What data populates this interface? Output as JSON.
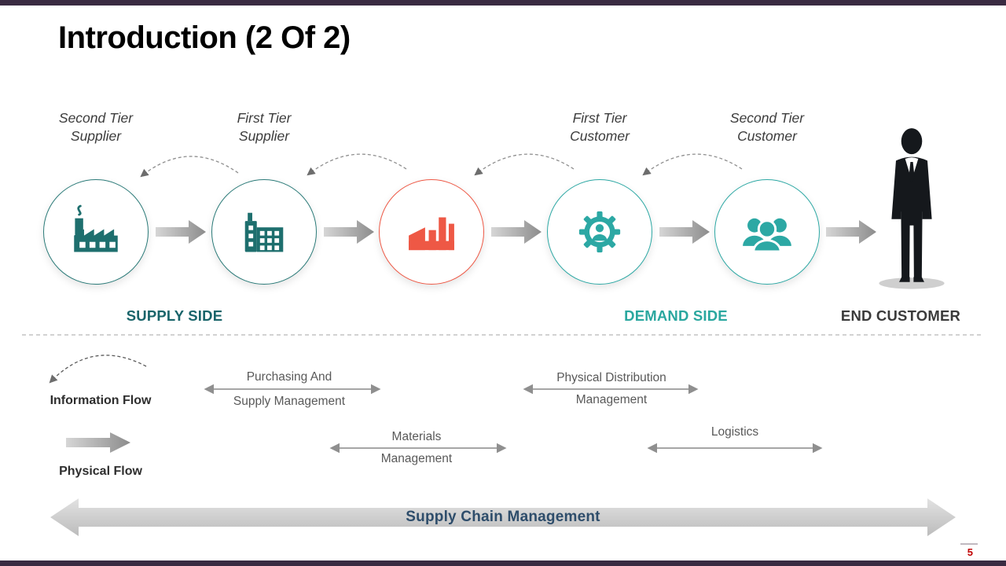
{
  "slide": {
    "title": "Introduction (2 Of 2)",
    "page_number": "5"
  },
  "colors": {
    "teal_dark": "#1E6F6E",
    "teal": "#2CA8A4",
    "red_accent": "#EE5845",
    "navy_text": "#2E4D6B",
    "supply_side_label": "#19646A",
    "demand_side_label": "#2AA79F",
    "end_customer_label": "#3B3B3B",
    "page_number_red": "#C00000",
    "border_bar": "#3A2B42",
    "arrow_gray": "#9A9A9A"
  },
  "chain": {
    "nodes": [
      {
        "label": "Second Tier\nSupplier",
        "icon": "factory-icon"
      },
      {
        "label": "First Tier\nSupplier",
        "icon": "plant-building-icon"
      },
      {
        "label": "",
        "icon": "factory-chart-icon"
      },
      {
        "label": "First Tier\nCustomer",
        "icon": "gear-person-icon"
      },
      {
        "label": "Second Tier\nCustomer",
        "icon": "people-group-icon"
      }
    ],
    "groups": {
      "supply": "SUPPLY SIDE",
      "demand": "DEMAND SIDE",
      "end_customer": "END CUSTOMER"
    }
  },
  "legend": {
    "information_flow": "Information Flow",
    "physical_flow": "Physical Flow"
  },
  "spans": [
    {
      "line1": "Purchasing And",
      "line2": "Supply Management"
    },
    {
      "line1": "Physical Distribution",
      "line2": "Management"
    },
    {
      "line1": "Materials",
      "line2": "Management"
    },
    {
      "line1": "Logistics",
      "line2": ""
    }
  ],
  "footer": {
    "banner": "Supply Chain Management"
  }
}
